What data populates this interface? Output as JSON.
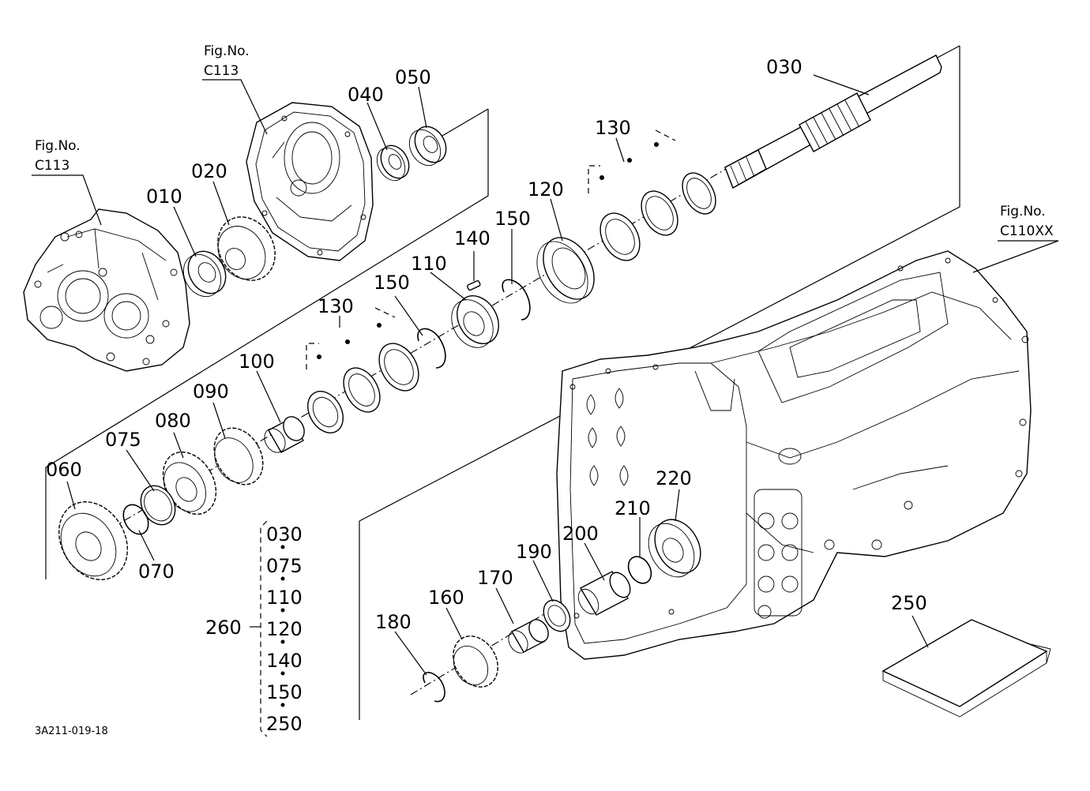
{
  "figure_code": "3A211-019-18",
  "fig_refs": [
    {
      "id": "fig-c113-left",
      "label": "Fig.No.",
      "code": "C113"
    },
    {
      "id": "fig-c113-top",
      "label": "Fig.No.",
      "code": "C113"
    },
    {
      "id": "fig-c110xx",
      "label": "Fig.No.",
      "code": "C110XX"
    }
  ],
  "callouts": {
    "p010": "010",
    "p020": "020",
    "p030": "030",
    "p040": "040",
    "p050": "050",
    "p060": "060",
    "p070": "070",
    "p075": "075",
    "p080": "080",
    "p090": "090",
    "p100": "100",
    "p110": "110",
    "p120": "120",
    "p130a": "130",
    "p130b": "130",
    "p140": "140",
    "p150a": "150",
    "p150b": "150",
    "p160": "160",
    "p170": "170",
    "p180": "180",
    "p190": "190",
    "p200": "200",
    "p210": "210",
    "p220": "220",
    "p250": "250"
  },
  "kit": {
    "label": "260",
    "items": [
      "030",
      "075",
      "110",
      "120",
      "140",
      "150",
      "250"
    ]
  }
}
